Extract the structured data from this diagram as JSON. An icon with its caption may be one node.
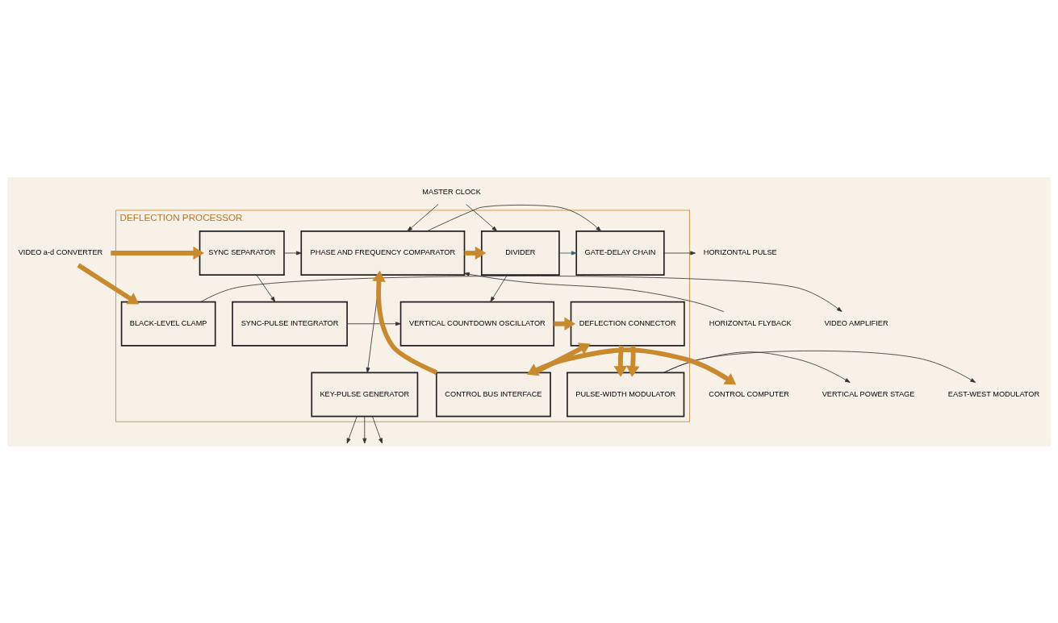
{
  "diagram": {
    "nodes": [
      {
        "text": [
          "DEFLECTION PROCESSOR"
        ]
      },
      {
        "text": [
          "MASTER CLOCK"
        ]
      },
      {
        "text": [
          "VIDEO a-d CONVERTER"
        ]
      },
      {
        "text": [
          "SYNC SEPARATOR"
        ],
        "in": 0
      },
      {
        "text": [
          "PHASE AND FREQUENCY COMPARATOR"
        ],
        "in": 0
      },
      {
        "text": [
          "DIVIDER"
        ],
        "in": 0
      },
      {
        "text": [
          "GATE-DELAY CHAIN"
        ],
        "in": 0
      },
      {
        "text": [
          "HORIZONTAL PULSE"
        ]
      },
      {
        "text": [
          "HORIZONTAL FLYBACK"
        ]
      },
      {
        "text": [
          "BLACK-LEVEL CLAMP"
        ],
        "in": 0
      },
      {
        "text": [
          "SYNC-PULSE INTEGRATOR"
        ],
        "in": 0
      },
      {
        "text": [
          "VERTICAL COUNTDOWN OSCILLATOR"
        ],
        "in": 0
      },
      {
        "text": [
          "DEFLECTION CONNECTOR"
        ],
        "in": 0
      },
      {
        "text": [
          "VIDEO AMPLIFIER"
        ]
      },
      {
        "text": [
          "CONTROL COMPUTER"
        ]
      },
      {
        "text": [
          "CONTROL BUS INTERFACE"
        ],
        "in": 0
      },
      {
        "text": [
          "KEY-PULSE GENERATOR"
        ],
        "in": 0
      },
      {
        "text": [
          "PULSE-WIDTH MODULATOR"
        ],
        "in": 0
      },
      {
        "text": [
          "VERTICAL POWER STAGE"
        ]
      },
      {
        "text": [
          "EAST-WEST MODULATOR"
        ]
      }
    ],
    "edges": [
      {
        "from": 1,
        "to": 4,
        "arrow": "to"
      },
      {
        "from": 1,
        "to": 5,
        "arrow": "to"
      },
      {
        "from": 2,
        "to": 3,
        "arrow": "to",
        "style": "thick",
        "color": "#c8892f"
      },
      {
        "from": 2,
        "to": 9,
        "arrow": "to",
        "style": "thick",
        "color": "#c8892f"
      },
      {
        "from": 3,
        "to": 4,
        "arrow": "to"
      },
      {
        "from": 3,
        "to": 10,
        "arrow": "to"
      },
      {
        "from": 4,
        "to": 5,
        "arrow": "to",
        "style": "thick",
        "color": "#c8892f"
      },
      {
        "from": 5,
        "to": 6,
        "arrow": "to",
        "color": "#2f5f6a"
      },
      {
        "from": 6,
        "to": 7,
        "arrow": "to"
      },
      {
        "from": 4,
        "to": 6,
        "arrow": "to"
      },
      {
        "from": 8,
        "to": 4,
        "arrow": "to"
      },
      {
        "from": 4,
        "to": 16,
        "arrow": "to"
      },
      {
        "from": 5,
        "to": 11,
        "arrow": "to"
      },
      {
        "from": 10,
        "to": 11,
        "arrow": "to"
      },
      {
        "from": 11,
        "to": 12,
        "arrow": "to",
        "style": "thick",
        "color": "#c8892f"
      },
      {
        "from": 15,
        "to": 4,
        "arrow": "to",
        "style": "thick",
        "color": "#c8892f"
      },
      {
        "from": 15,
        "to": 12,
        "arrow": "to",
        "style": "thick",
        "color": "#c8892f"
      },
      {
        "from": 12,
        "to": 17,
        "arrow": "to",
        "style": "thick",
        "color": "#c8892f"
      },
      {
        "from": 12,
        "to": 17,
        "arrow": "to",
        "style": "thick",
        "color": "#c8892f"
      },
      {
        "from": 9,
        "to": 13,
        "arrow": "to"
      },
      {
        "from": 14,
        "to": 15,
        "arrow": "both",
        "style": "thick",
        "color": "#c8892f"
      },
      {
        "from": 17,
        "to": 18,
        "arrow": "to"
      },
      {
        "from": 17,
        "to": 19,
        "arrow": "to"
      },
      {
        "from": 16,
        "to": null,
        "arrow": "to"
      },
      {
        "from": 16,
        "to": null,
        "arrow": "to"
      },
      {
        "from": 16,
        "to": null,
        "arrow": "to"
      }
    ]
  }
}
